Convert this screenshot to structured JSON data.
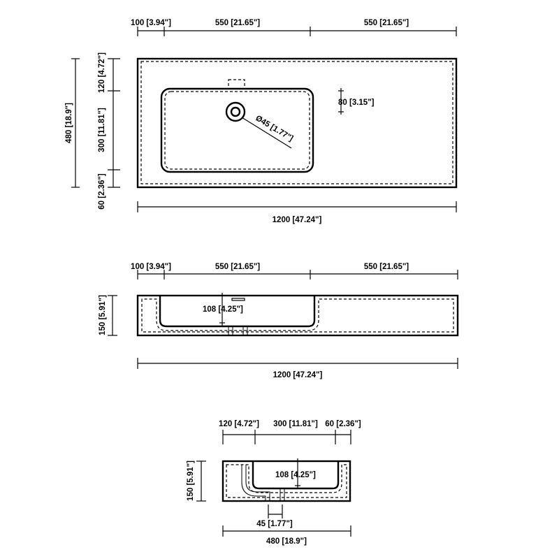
{
  "top_view": {
    "dim_left": "100 [3.94\"]",
    "dim_mid": "550 [21.65\"]",
    "dim_right": "550 [21.65\"]",
    "dim_height_total": "480 [18.9\"]",
    "dim_height_top": "120 [4.72\"]",
    "dim_height_mid": "300 [11.81\"]",
    "dim_height_bottom": "60 [2.36\"]",
    "dim_drain_offset": "80 [3.15\"]",
    "dim_drain_diameter": "Ø45 [1.77\"]",
    "dim_width_total": "1200 [47.24\"]"
  },
  "front_view": {
    "dim_left": "100 [3.94\"]",
    "dim_mid": "550 [21.65\"]",
    "dim_right": "550 [21.65\"]",
    "dim_height": "150 [5.91\"]",
    "dim_depth": "108 [4.25\"]",
    "dim_width_total": "1200 [47.24\"]"
  },
  "side_view": {
    "dim_a": "120 [4.72\"]",
    "dim_b": "300 [11.81\"]",
    "dim_c": "60 [2.36\"]",
    "dim_height": "150 [5.91\"]",
    "dim_depth": "108 [4.25\"]",
    "dim_drain": "45 [1.77\"]",
    "dim_width_total": "480 [18.9\"]"
  }
}
